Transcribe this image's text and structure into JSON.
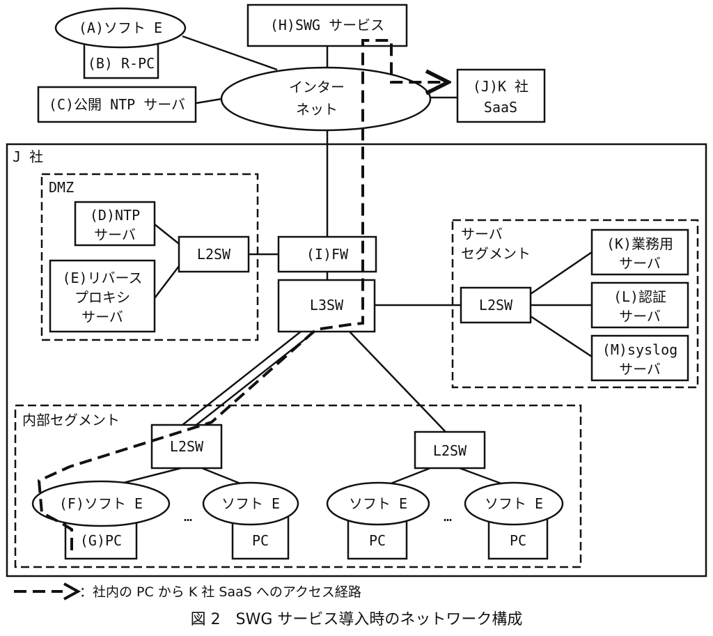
{
  "nodes": {
    "A": "(A)ソフト E",
    "B": "(B) R-PC",
    "C": "(C)公開 NTP サーバ",
    "H": "(H)SWG サービス",
    "internet": [
      "インター",
      "ネット"
    ],
    "J": [
      "(J)K 社",
      "SaaS"
    ],
    "D": [
      "(D)NTP",
      "サーバ"
    ],
    "E": [
      "(E)リバース",
      "プロキシ",
      "サーバ"
    ],
    "dmz_l2sw": "L2SW",
    "I": "(I)FW",
    "l3sw": "L3SW",
    "srv_l2sw": "L2SW",
    "K": [
      "(K)業務用",
      "サーバ"
    ],
    "L": [
      "(L)認証",
      "サーバ"
    ],
    "M": [
      "(M)syslog",
      "サーバ"
    ],
    "int_l2sw_left": "L2SW",
    "int_l2sw_right": "L2SW",
    "F": "(F)ソフト E",
    "G": "(G)PC",
    "soft_e": "ソフト E",
    "pc": "PC",
    "ellipsis": "…"
  },
  "zones": {
    "company": "J 社",
    "dmz": "DMZ",
    "server_segment": [
      "サーバ",
      "セグメント"
    ],
    "internal_segment": "内部セグメント"
  },
  "legend": {
    "text": "：社内の PC から K 社 SaaS へのアクセス経路"
  },
  "caption": "図 2　SWG サービス導入時のネットワーク構成"
}
